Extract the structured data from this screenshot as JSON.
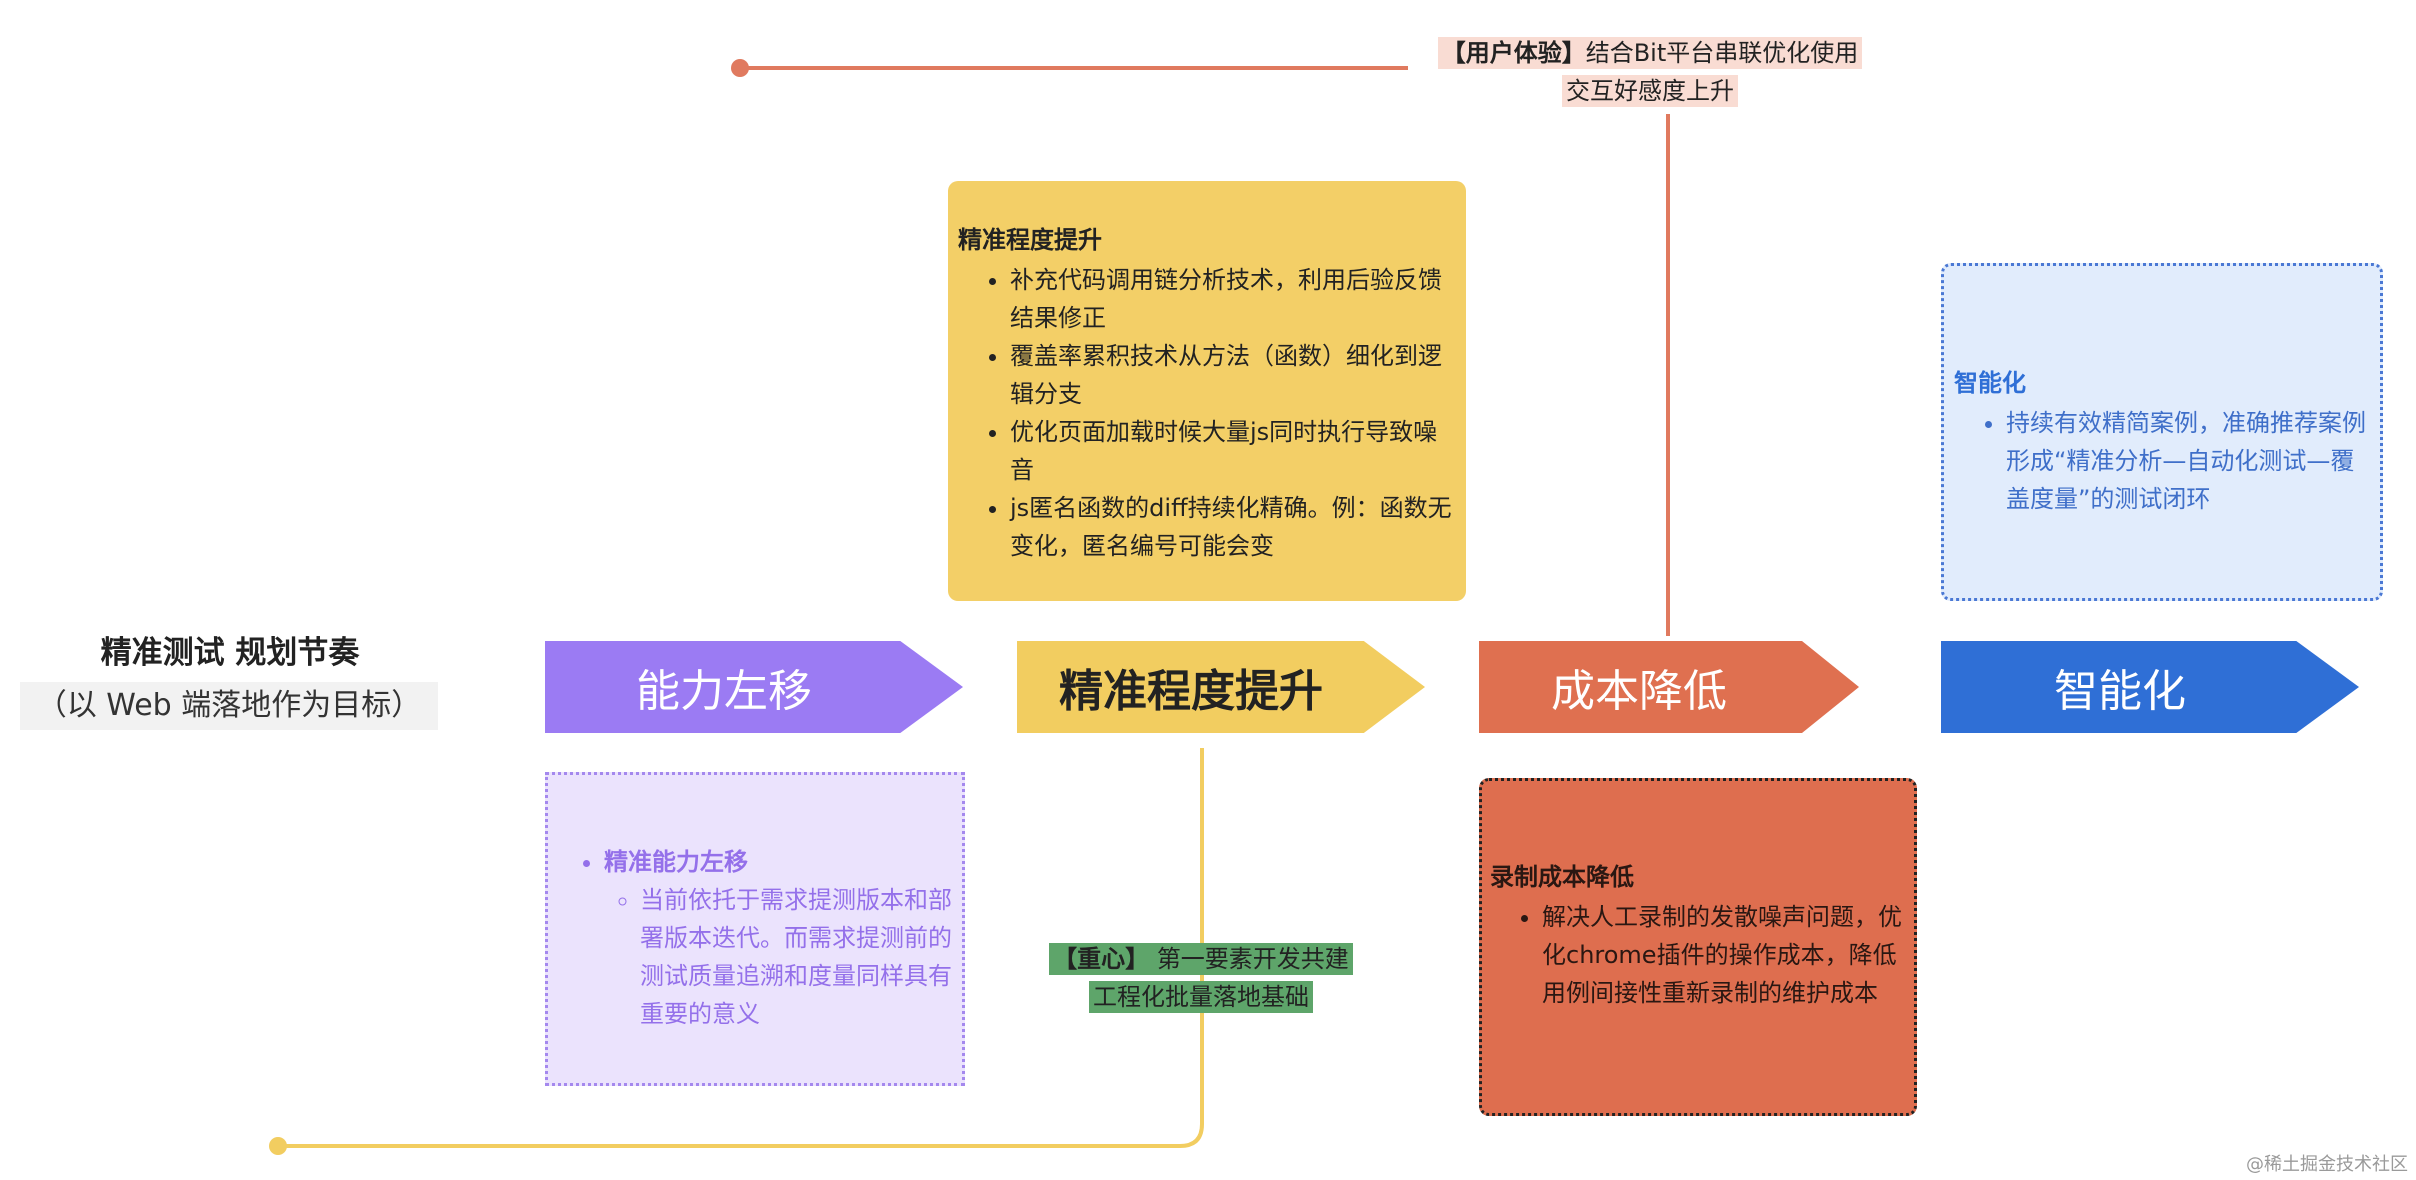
{
  "title": {
    "main": "精准测试 规划节奏",
    "sub": "（以 Web 端落地作为目标）"
  },
  "stages": [
    {
      "label": "能力左移",
      "color": "#9b7bf3"
    },
    {
      "label": "精准程度提升",
      "color": "#f2cd60"
    },
    {
      "label": "成本降低",
      "color": "#df7050"
    },
    {
      "label": "智能化",
      "color": "#2f6fd6"
    }
  ],
  "precision_box": {
    "heading": "精准程度提升",
    "items": [
      "补充代码调用链分析技术，利用后验反馈结果修正",
      "覆盖率累积技术从方法（函数）细化到逻辑分支",
      "优化页面加载时候大量js同时执行导致噪音",
      "js匿名函数的diff持续化精确。例：函数无变化，匿名编号可能会变"
    ]
  },
  "smart_box": {
    "heading": "智能化",
    "items": [
      "持续有效精简案例，准确推荐案例形成“精准分析—自动化测试—覆盖度量”的测试闭环"
    ]
  },
  "shift_box": {
    "item": "精准能力左移",
    "subitem": "当前依托于需求提测版本和部署版本迭代。而需求提测前的测试质量追溯和度量同样具有重要的意义"
  },
  "cost_box": {
    "heading": "录制成本降低",
    "items": [
      "解决人工录制的发散噪声问题，优化chrome插件的操作成本，降低用例间接性重新录制的维护成本"
    ]
  },
  "callouts": {
    "ux_tag": "【用户体验】",
    "ux_line1": "结合Bit平台串联优化使用",
    "ux_line2": "交互好感度上升",
    "core_tag": "【重心】",
    "core_line1": "第一要素开发共建",
    "core_line2": "工程化批量落地基础"
  },
  "colors": {
    "ux_line": "#e07a5f",
    "core_line": "#f2cd60"
  },
  "watermark": "@稀土掘金技术社区"
}
